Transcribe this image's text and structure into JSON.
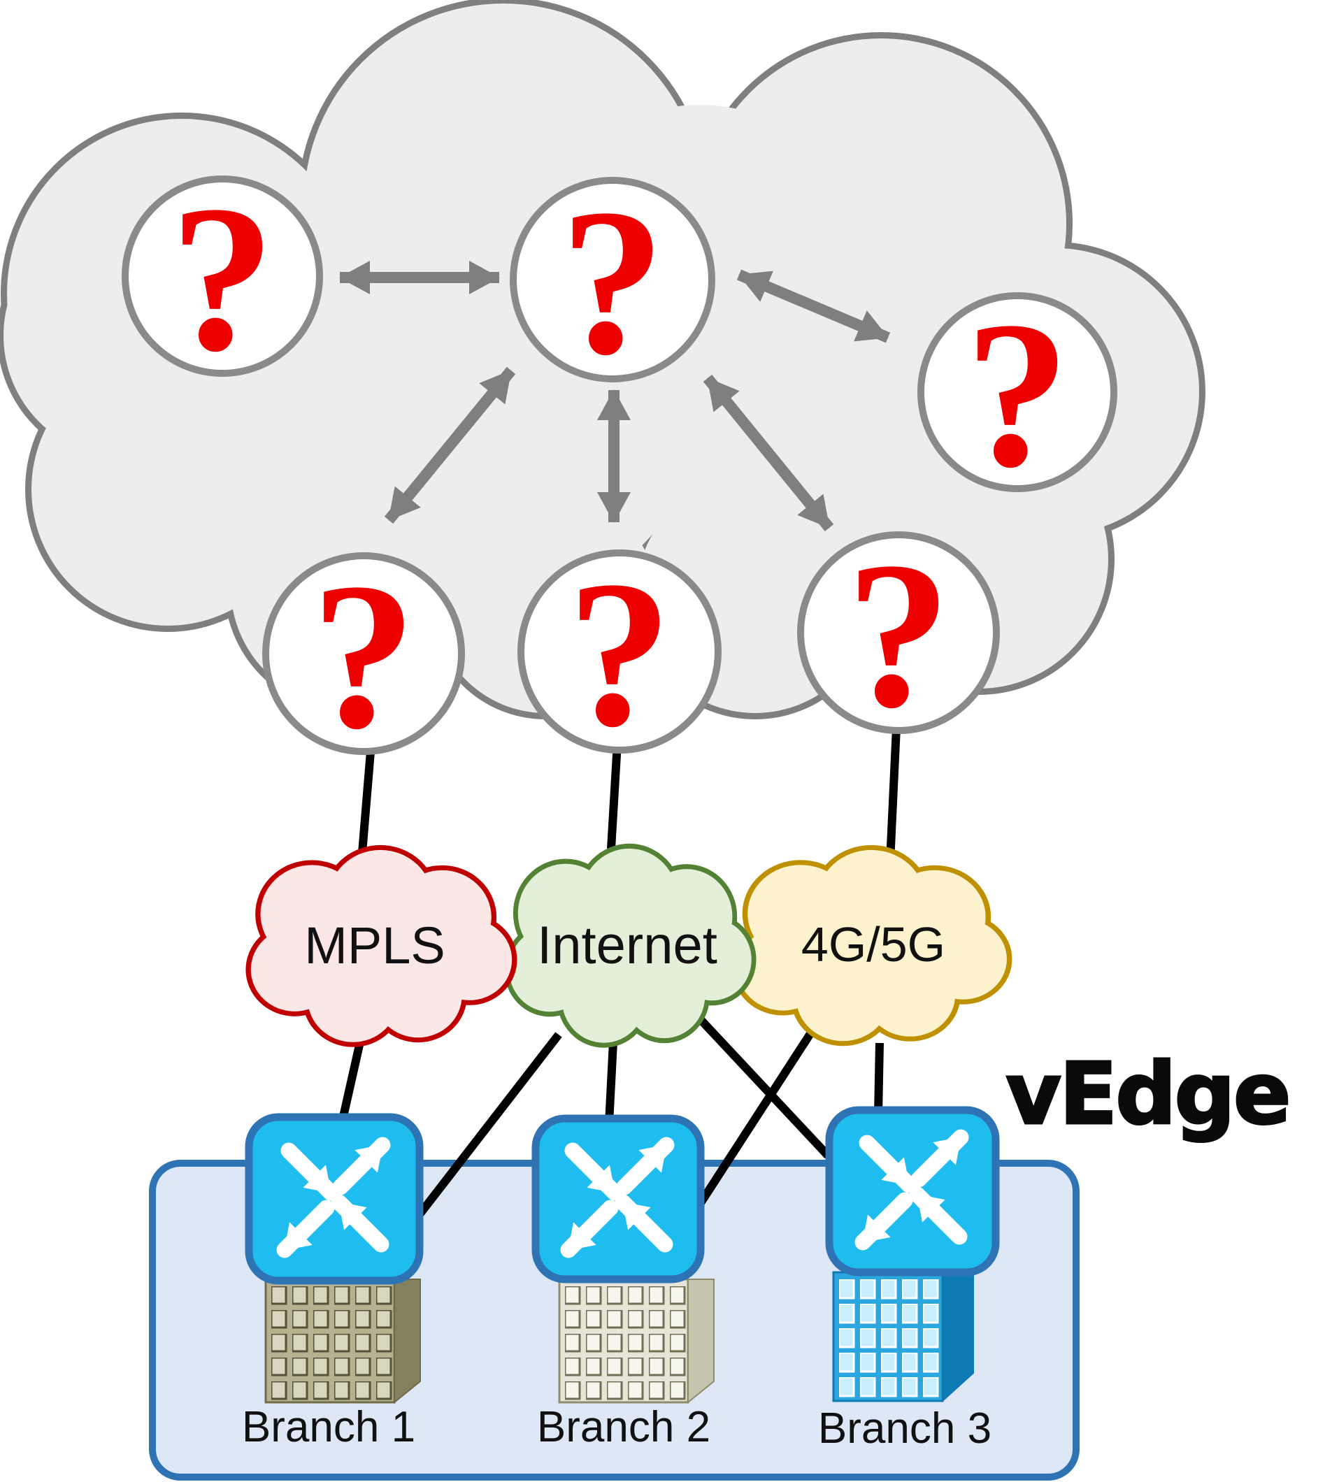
{
  "overlay_cloud": {
    "question_mark": "?",
    "node_count": 6
  },
  "transports": [
    {
      "label": "MPLS",
      "fill": "#FBE7E6",
      "border": "#C00000"
    },
    {
      "label": "Internet",
      "fill": "#E3EFD9",
      "border": "#548235"
    },
    {
      "label": "4G/5G",
      "fill": "#FDF2CE",
      "border": "#BF9000"
    }
  ],
  "vedge": {
    "label": "vEdge"
  },
  "branches": [
    {
      "label": "Branch 1"
    },
    {
      "label": "Branch 2"
    },
    {
      "label": "Branch 3"
    }
  ],
  "colors": {
    "page_bg": "#FFFFFF",
    "overlay_cloud_fill": "#EDEDED",
    "overlay_cloud_border": "#7F7F7F",
    "node_fill": "#FFFFFF",
    "node_border": "#8A8A8A",
    "question_mark": "#EE0000",
    "arrow": "#7F7F7F",
    "link": "#000000",
    "router_fill": "#1FBCF0",
    "router_border": "#2E74B5",
    "container_fill": "#DEE7F5",
    "container_border": "#2E74B5",
    "building1_front": "#B6B291",
    "building2_front": "#E6E5D8",
    "building3_front": "#2BA7E0"
  }
}
